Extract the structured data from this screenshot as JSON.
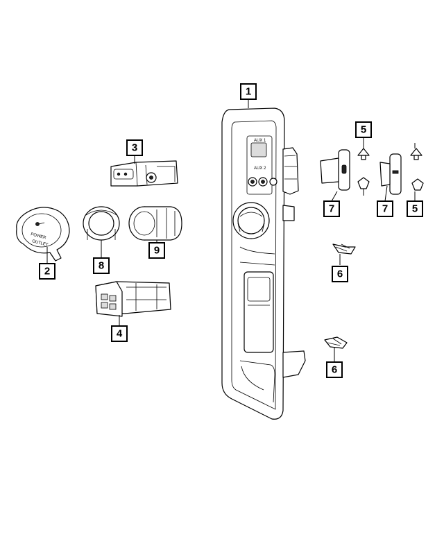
{
  "callouts": [
    {
      "id": "c1",
      "label": "1"
    },
    {
      "id": "c2",
      "label": "2"
    },
    {
      "id": "c3",
      "label": "3"
    },
    {
      "id": "c4",
      "label": "4"
    },
    {
      "id": "c5a",
      "label": "5"
    },
    {
      "id": "c5b",
      "label": "5"
    },
    {
      "id": "c6a",
      "label": "6"
    },
    {
      "id": "c6b",
      "label": "6"
    },
    {
      "id": "c7a",
      "label": "7"
    },
    {
      "id": "c7b",
      "label": "7"
    },
    {
      "id": "c8",
      "label": "8"
    },
    {
      "id": "c9",
      "label": "9"
    }
  ],
  "cap_text": {
    "line1": "POWER",
    "line2": "OUTLET"
  },
  "bezel_marks": {
    "upper": "AUX 1",
    "lower": "AUX 2"
  }
}
